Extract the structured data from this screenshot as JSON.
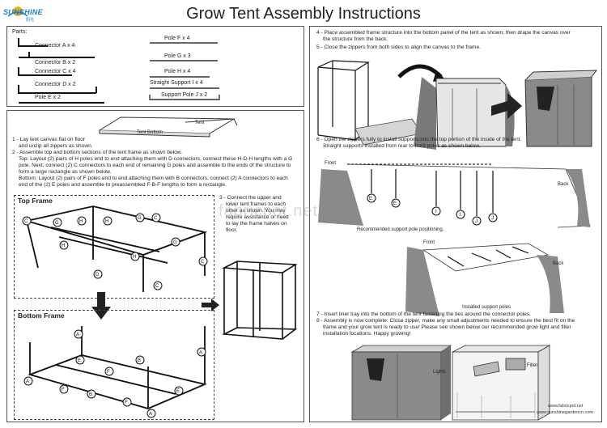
{
  "logo": {
    "name": "SUNSHINE",
    "sub": "阳光"
  },
  "title": "Grow Tent Assembly Instructions",
  "parts": {
    "heading": "Parts:",
    "items": [
      "Connector A x 4",
      "Connector B x 2",
      "Connector C x 4",
      "Connector D x 2",
      "Pole E x 2",
      "Pole F x 4",
      "Pole G x 3",
      "Pole H x 4",
      "Straight Support I x 4",
      "Support Pole J x 2"
    ]
  },
  "labels": {
    "tent_bottom": "Tent Bottom",
    "tent": "Tent"
  },
  "steps_left": {
    "s1a": "1 - Lay tent canvas flat on floor",
    "s1b": "and unzip all zippers as shown.",
    "s2": "2 - Assemble top and bottom sections of the tent frame as shown below.",
    "s2top1": "Top: Layout (2) pairs of H poles end to end attaching them with D connectors, connect these H-D-H lengths with a G",
    "s2top2": "pole.  Next, connect (2) C connectors to each end of remaining G poles and assemble to the ends of the structure to",
    "s2top3": "form a large rectangle as shown below.",
    "s2bot1": "Bottom: Layout (2) pairs of F poles end to end attaching them with B connectors, connect (2) A connectors to each",
    "s2bot2": "end of the (2) E poles and assemble to preassembled F-B-F lengths to form a rectangle.",
    "s3a": "3 - Connect the upper and",
    "s3b": "lower tent frames to each",
    "s3c": "other as shown. You may",
    "s3d": "require assistance or need",
    "s3e": "to lay the frame halves on",
    "s3f": "floor."
  },
  "frames": {
    "top": "Top Frame",
    "bottom": "Bottom Frame"
  },
  "steps_right": {
    "s4a": "4 - Place assembled frame structure into the bottom panel of the tent as shown, then drape the canvas over",
    "s4b": "the structure from the back.",
    "s5": "5 - Close the zippers from both sides to align the canvas to the frame.",
    "s6a": "6 - Open the zippers fully to install supports into the top portion of the inside of the tent.",
    "s6b": "Straight supports installed from rear to front poles as shown below.",
    "front1": "Front",
    "back1": "Back",
    "caption1": "Recommended support pole positioning.",
    "front2": "Front",
    "back2": "Back",
    "caption2": "Installed support poles",
    "s7": "7 - Insert liner tray into the bottom of the tent fastening the ties around the connector poles.",
    "s8a": "8 - Assembly is now complete. Close zipper, make any small adjustments needed to ensure the best fit on the",
    "s8b": "frame and your grow tent is ready to use! Please see shown below our recommended grow light and filter",
    "s8c": "installation locations. Happy growing!",
    "lights": "Lights",
    "filter": "Filter",
    "url1": "www.fabricpot.net",
    "url2": "www.sunshinegardencn.com"
  },
  "watermark": "fabricpot.net",
  "colors": {
    "logo": "#1d7fc4",
    "canvas": "#8a8a8a",
    "canvas_dark": "#555555"
  }
}
